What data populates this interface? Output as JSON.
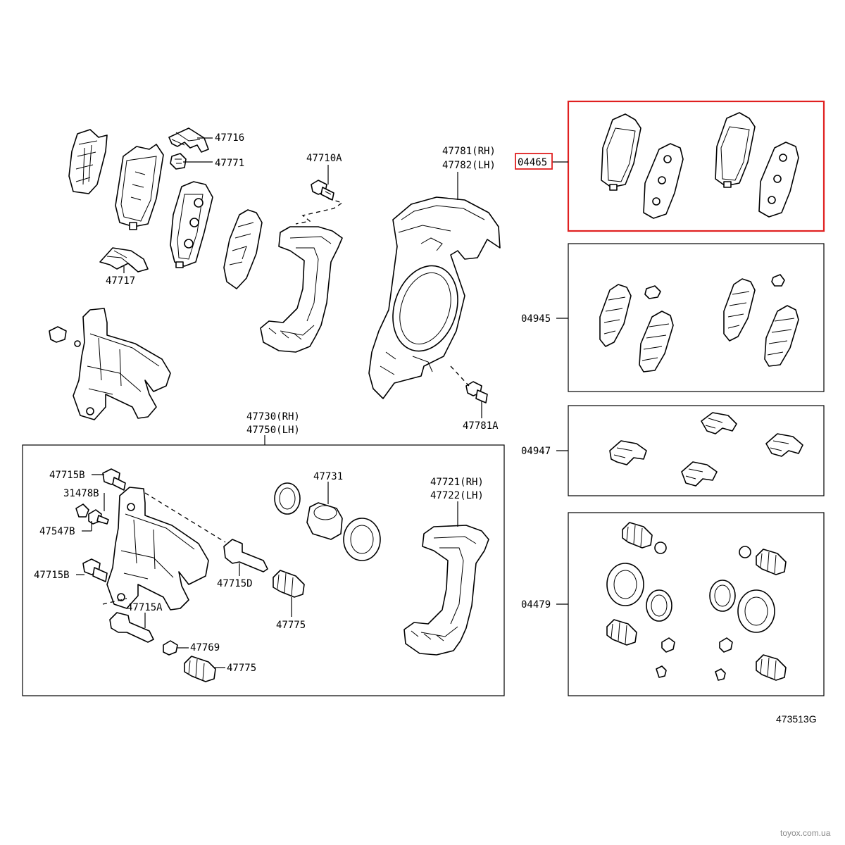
{
  "colors": {
    "highlight": "#e02020",
    "line": "#000000",
    "watermark": "#8a8a8a"
  },
  "labels": {
    "p47716": "47716",
    "p47771": "47771",
    "p47717": "47717",
    "p47710a": "47710A",
    "p47781rh": "47781(RH)",
    "p47782lh": "47782(LH)",
    "p04465": "04465",
    "p04945": "04945",
    "p04947": "04947",
    "p04479": "04479",
    "p47781a": "47781A",
    "p47730rh": "47730(RH)",
    "p47750lh": "47750(LH)",
    "p47715b_1": "47715B",
    "p31478b": "31478B",
    "p47547b": "47547B",
    "p47715b_2": "47715B",
    "p47731": "47731",
    "p47721rh": "47721(RH)",
    "p47722lh": "47722(LH)",
    "p47715d": "47715D",
    "p47775_1": "47775",
    "p47715a": "47715A",
    "p47769": "47769",
    "p47775_2": "47775"
  },
  "diagram_code": "473513G",
  "watermark": "toyox.com.ua"
}
